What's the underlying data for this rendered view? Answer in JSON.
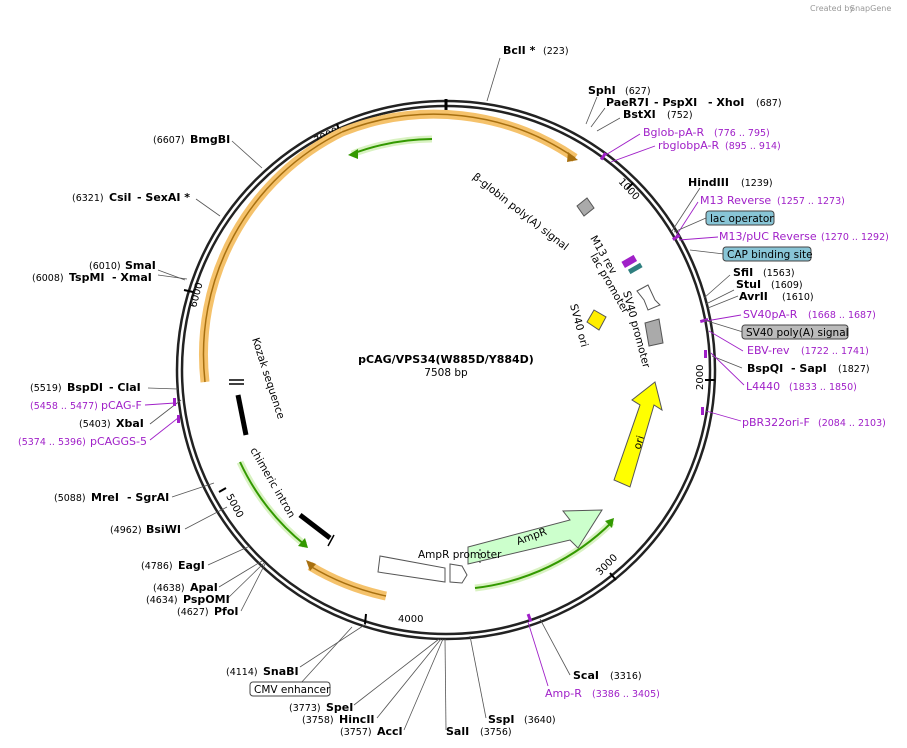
{
  "credit": {
    "prefix": "Created by",
    "brand": "SnapGene"
  },
  "plasmid": {
    "name": "pCAG/VPS34(W885D/Y884D)",
    "size": "7508 bp"
  },
  "ticks": [
    "1000",
    "2000",
    "3000",
    "4000",
    "5000",
    "6000",
    "7000"
  ],
  "enzymes": [
    {
      "id": "bcli",
      "name": "BclI *",
      "pos": "(223)"
    },
    {
      "id": "sphi",
      "name": "SphI",
      "pos": "(627)"
    },
    {
      "id": "paer7i",
      "name": "PaeR7I",
      "pos": ""
    },
    {
      "id": "pspxi",
      "name": "- PspXI",
      "pos": ""
    },
    {
      "id": "xhoi",
      "name": "- XhoI",
      "pos": "(687)"
    },
    {
      "id": "bstxi",
      "name": "BstXI",
      "pos": "(752)"
    },
    {
      "id": "hindiii",
      "name": "HindIII",
      "pos": "(1239)"
    },
    {
      "id": "sfii",
      "name": "SfiI",
      "pos": "(1563)"
    },
    {
      "id": "stui",
      "name": "StuI",
      "pos": "(1609)"
    },
    {
      "id": "avrii",
      "name": "AvrII",
      "pos": "(1610)"
    },
    {
      "id": "bspqi",
      "name": "BspQI",
      "pos": ""
    },
    {
      "id": "sapi",
      "name": "- SapI",
      "pos": "(1827)"
    },
    {
      "id": "scai",
      "name": "ScaI",
      "pos": "(3316)"
    },
    {
      "id": "sspi",
      "name": "SspI",
      "pos": "(3640)"
    },
    {
      "id": "sali",
      "name": "SalI",
      "pos": "(3756)"
    },
    {
      "id": "acci",
      "name": "AccI",
      "pos": "(3757)"
    },
    {
      "id": "hincii",
      "name": "HincII",
      "pos": "(3758)"
    },
    {
      "id": "spei",
      "name": "SpeI",
      "pos": "(3773)"
    },
    {
      "id": "snabi",
      "name": "SnaBI",
      "pos": "(4114)"
    },
    {
      "id": "pfoi",
      "name": "PfoI",
      "pos": "(4627)"
    },
    {
      "id": "pspomi",
      "name": "PspOMI",
      "pos": "(4634)"
    },
    {
      "id": "apai",
      "name": "ApaI",
      "pos": "(4638)"
    },
    {
      "id": "eagi",
      "name": "EagI",
      "pos": "(4786)"
    },
    {
      "id": "bsiwi",
      "name": "BsiWI",
      "pos": "(4962)"
    },
    {
      "id": "mrei",
      "name": "MreI",
      "pos": "(5088)"
    },
    {
      "id": "sgrai",
      "name": "- SgrAI",
      "pos": ""
    },
    {
      "id": "xbai",
      "name": "XbaI",
      "pos": "(5403)"
    },
    {
      "id": "bspdi",
      "name": "BspDI",
      "pos": "(5519)"
    },
    {
      "id": "clai",
      "name": "- ClaI",
      "pos": ""
    },
    {
      "id": "tspmi",
      "name": "TspMI",
      "pos": "(6008)"
    },
    {
      "id": "xmai",
      "name": "- XmaI",
      "pos": ""
    },
    {
      "id": "smai",
      "name": "SmaI",
      "pos": "(6010)"
    },
    {
      "id": "csii",
      "name": "CsiI",
      "pos": "(6321)"
    },
    {
      "id": "sexai",
      "name": "- SexAI *",
      "pos": ""
    },
    {
      "id": "bmgbi",
      "name": "BmgBI",
      "pos": "(6607)"
    }
  ],
  "primers": [
    {
      "id": "bglob",
      "name": "Bglob-pA-R",
      "range": "(776 .. 795)"
    },
    {
      "id": "rbglob",
      "name": "rbglobpA-R",
      "range": "(895 .. 914)"
    },
    {
      "id": "m13rev",
      "name": "M13 Reverse",
      "range": "(1257 .. 1273)"
    },
    {
      "id": "m13puc",
      "name": "M13/pUC Reverse",
      "range": "(1270 .. 1292)"
    },
    {
      "id": "sv40par",
      "name": "SV40pA-R",
      "range": "(1668 .. 1687)"
    },
    {
      "id": "ebvrev",
      "name": "EBV-rev",
      "range": "(1722 .. 1741)"
    },
    {
      "id": "l4440",
      "name": "L4440",
      "range": "(1833 .. 1850)"
    },
    {
      "id": "pbr322",
      "name": "pBR322ori-F",
      "range": "(2084 .. 2103)"
    },
    {
      "id": "ampr",
      "name": "Amp-R",
      "range": "(3386 .. 3405)"
    },
    {
      "id": "pcagf",
      "name": "pCAG-F",
      "range": "(5458 .. 5477)"
    },
    {
      "id": "pcaggs",
      "name": "pCAGGS-5",
      "range": "(5374 .. 5396)"
    }
  ],
  "boxed_features": [
    {
      "id": "lacop",
      "name": "lac operator"
    },
    {
      "id": "cap",
      "name": "CAP binding site"
    },
    {
      "id": "sv40polya",
      "name": "SV40 poly(A) signal"
    },
    {
      "id": "cmv",
      "name": "CMV enhancer"
    }
  ],
  "features": {
    "betaglobin": "β-globin poly(A) signal",
    "m13rev": "M13 rev",
    "lacpromoter": "lac promoter",
    "sv40promoter": "SV40 promoter",
    "sv40ori": "SV40 ori",
    "ori": "ori",
    "ampr": "AmpR",
    "amprpromoter": "AmpR promoter",
    "kozak": "Kozak sequence",
    "chimericintron": "chimeric intron"
  },
  "colors": {
    "ampr": "#ccffcc",
    "ori": "#ffff00",
    "sv40ori": "#ffee00",
    "cds_outline": "#f5a623",
    "arrow_green": "#339900",
    "primer": "#a020c8",
    "lac": "#88bbcc",
    "grey": "#aaaaaa"
  }
}
